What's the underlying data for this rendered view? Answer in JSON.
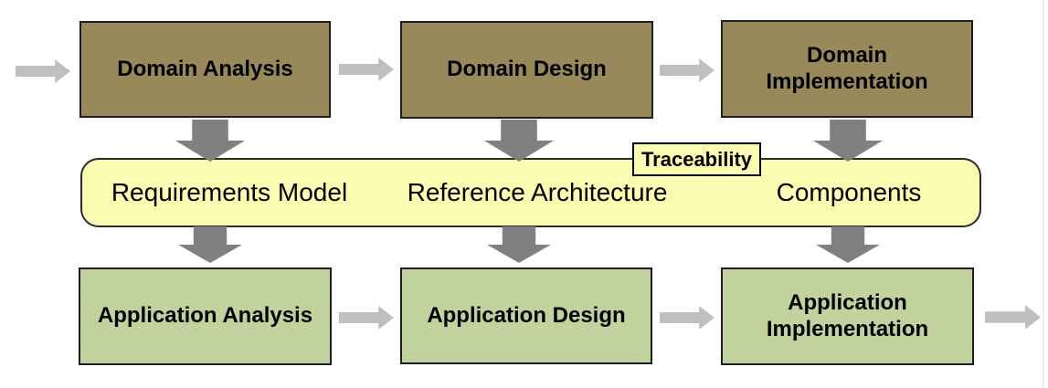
{
  "colors": {
    "domain_box": "#97895a",
    "application_box": "#c1d29e",
    "band": "#fbfbb2",
    "box_border": "#1e1e1e",
    "arrow_flow": "#bfbfbf",
    "arrow_down": "#808080",
    "page_edge": "#ececec"
  },
  "flow": {
    "top_row": [
      {
        "label": "Domain Analysis"
      },
      {
        "label": "Domain Design"
      },
      {
        "label": "Domain Implementation"
      }
    ],
    "band": {
      "items": [
        {
          "label": "Requirements Model"
        },
        {
          "label": "Reference Architecture"
        },
        {
          "label": "Components"
        }
      ],
      "tag": "Traceability"
    },
    "bottom_row": [
      {
        "label": "Application Analysis"
      },
      {
        "label": "Application Design"
      },
      {
        "label": "Application Implementation"
      }
    ]
  }
}
